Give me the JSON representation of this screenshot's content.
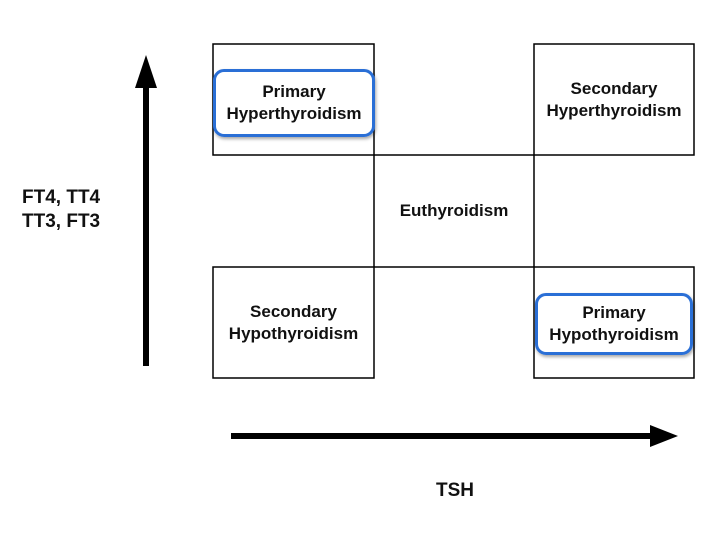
{
  "diagram": {
    "y_axis_label_line1": "FT4, TT4",
    "y_axis_label_line2": "TT3, FT3",
    "x_axis_label": "TSH",
    "cells": {
      "top_left": {
        "line1": "Primary",
        "line2": "Hyperthyroidism",
        "highlighted": true
      },
      "top_right": {
        "line1": "Secondary",
        "line2": "Hyperthyroidism",
        "highlighted": false
      },
      "center": {
        "line1": "Euthyroidism"
      },
      "bottom_left": {
        "line1": "Secondary",
        "line2": "Hypothyroidism",
        "highlighted": false
      },
      "bottom_right": {
        "line1": "Primary",
        "line2": "Hypothyroidism",
        "highlighted": true
      }
    },
    "colors": {
      "highlight": "#2a6fd6",
      "lines": "#000000"
    }
  }
}
